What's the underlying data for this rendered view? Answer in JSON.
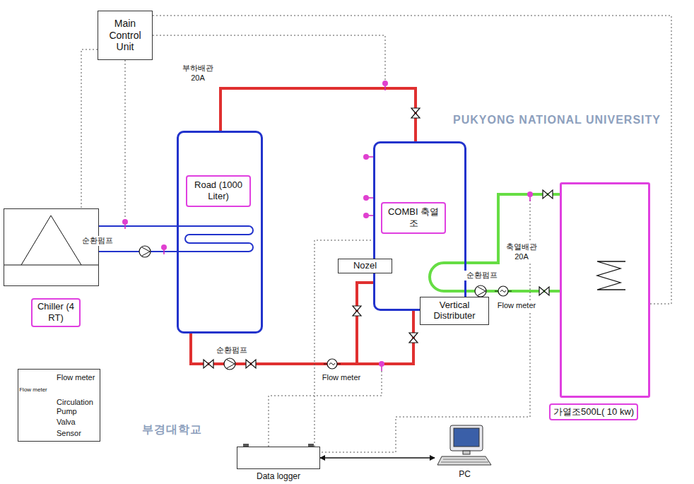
{
  "diagram": {
    "nodes": [
      {
        "text": [
          "Main Control Unit"
        ]
      },
      {
        "text": [
          "Road (1000 Liter)"
        ]
      },
      {
        "text": [
          "COMBI 축열조"
        ]
      },
      {
        "text": [
          "Chiller (4 RT)"
        ]
      },
      {
        "text": [
          "가열조500L( 10 kw)"
        ]
      },
      {
        "text": [
          "Nozel"
        ]
      },
      {
        "text": [
          "Vertical Distributer"
        ]
      },
      {
        "text": [
          "Data logger"
        ]
      },
      {
        "text": [
          "PC"
        ]
      }
    ],
    "edges": [
      {
        "from": 1,
        "to": 2,
        "arrow": "none"
      },
      {
        "from": 1,
        "to": 2,
        "arrow": "none"
      },
      {
        "from": 3,
        "to": 1,
        "arrow": "none"
      },
      {
        "from": 2,
        "to": 4,
        "arrow": "none"
      },
      {
        "from": 7,
        "to": 8,
        "arrow": "both"
      },
      {
        "from": 0,
        "to": 3,
        "arrow": "none"
      },
      {
        "from": 0,
        "to": 4,
        "arrow": "none"
      },
      {
        "from": 7,
        "to": 2,
        "arrow": "none"
      }
    ],
    "labels": [
      "부하배관 20A",
      "순환펌프",
      "순환펌프",
      "순환펌프",
      "축열배관 20A",
      "Flow meter",
      "Flow meter",
      "Flow meter",
      "PUKYONG NATIONAL UNIVERSITY",
      "부경대학교"
    ],
    "legend": [
      {
        "text": "Flow meter"
      },
      {
        "text": "Circulation Pump"
      },
      {
        "text": "Valva"
      },
      {
        "text": "Sensor"
      }
    ]
  }
}
